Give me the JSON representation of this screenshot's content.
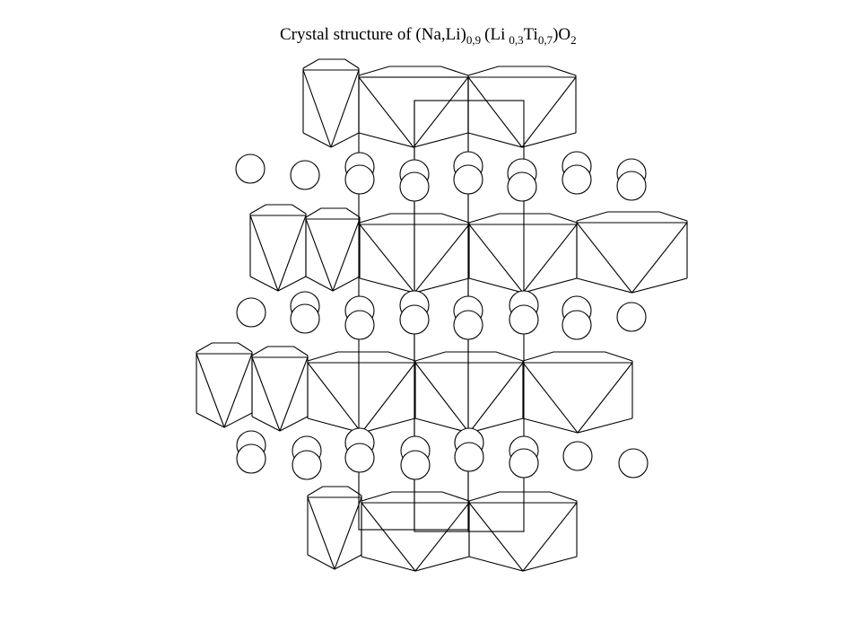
{
  "title": {
    "main": "Crystal structure of (Na,Li)",
    "sub1": "0,9",
    "part2": "(Li",
    "sub2": "0,3",
    "part3": "Ti",
    "sub3": "0,7",
    "part4": ")O",
    "sub4": "2"
  },
  "style": {
    "line_color": "#000000",
    "background": "#ffffff"
  }
}
